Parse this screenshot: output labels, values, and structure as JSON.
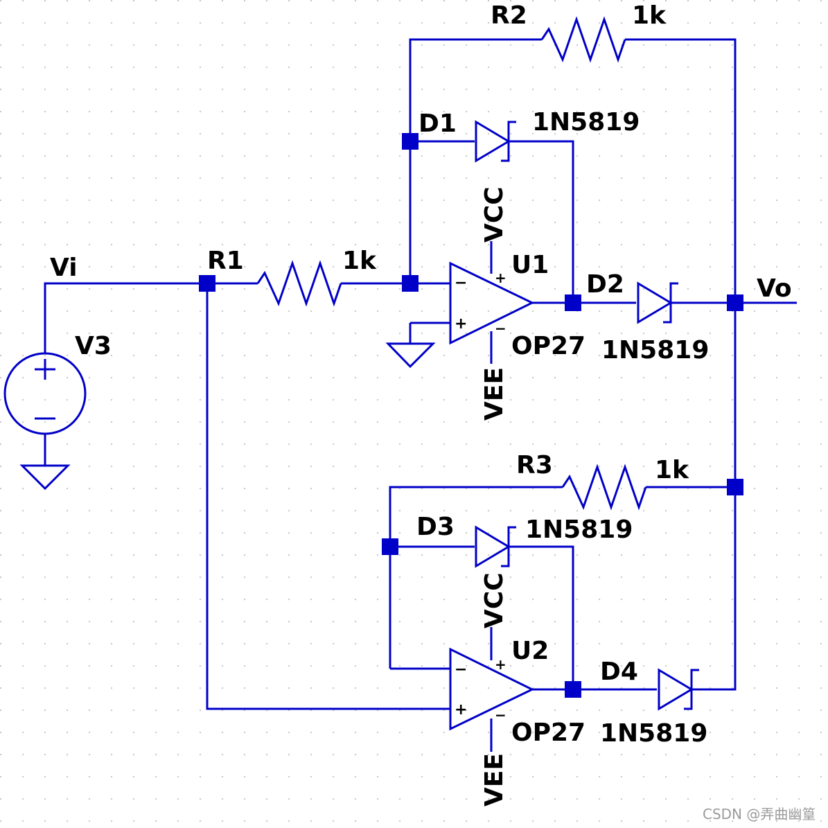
{
  "labels": {
    "vi": "Vi",
    "vo": "Vo",
    "v3": "V3",
    "r1": "R1",
    "r1_val": "1k",
    "r2": "R2",
    "r2_val": "1k",
    "r3": "R3",
    "r3_val": "1k",
    "d1": "D1",
    "d1_model": "1N5819",
    "d2": "D2",
    "d2_model": "1N5819",
    "d3": "D3",
    "d3_model": "1N5819",
    "d4": "D4",
    "d4_model": "1N5819",
    "u1": "U1",
    "u1_model": "OP27",
    "u2": "U2",
    "u2_model": "OP27",
    "vcc1": "VCC",
    "vee1": "VEE",
    "vcc2": "VCC",
    "vee2": "VEE",
    "plus": "+",
    "minus": "−"
  },
  "watermark": "CSDN @弄曲幽篁",
  "colors": {
    "wire": "#0000c8",
    "text": "#000000",
    "grid": "#c8c8c8"
  }
}
